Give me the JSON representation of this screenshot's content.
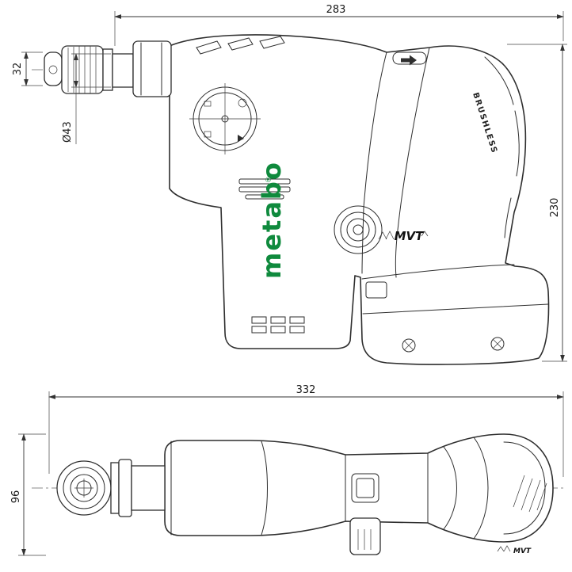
{
  "colors": {
    "brand_green": "#0f8a3d",
    "line": "#2e2e2e"
  },
  "brand": {
    "name": "metabo",
    "registered": "®"
  },
  "labels": {
    "brushless": "BRUSHLESS",
    "mvt": "MVT",
    "mvt_top": "MVT"
  },
  "dimensions": {
    "side_width": "283",
    "side_height": "230",
    "nose_diameter": "32",
    "collar_diameter": "Ø43",
    "top_length": "332",
    "top_width": "96"
  }
}
